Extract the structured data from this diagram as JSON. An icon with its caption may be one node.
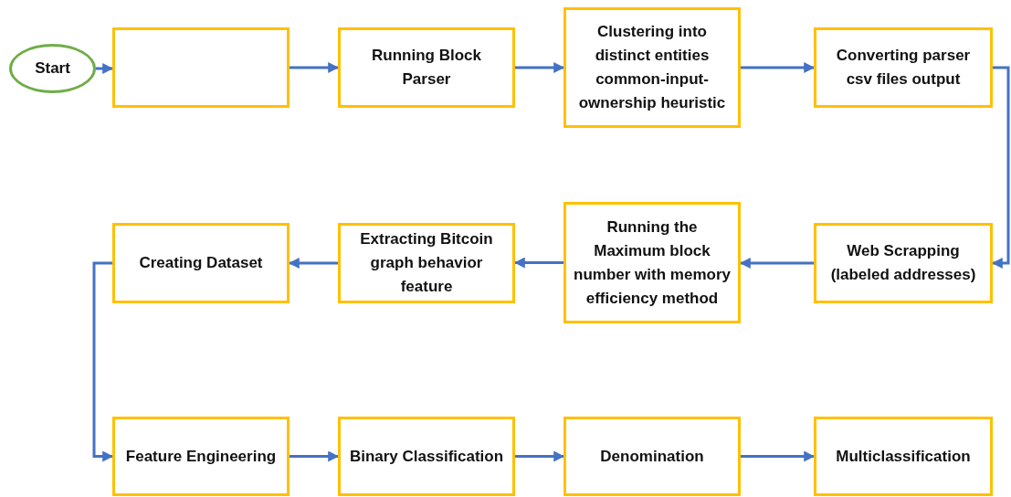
{
  "diagram": {
    "nodes": [
      {
        "text": [
          "Start"
        ]
      },
      {
        "text": [],
        "shape": "box"
      },
      {
        "text": [
          "Running Block Parser"
        ]
      },
      {
        "text": [
          "Clustering into distinct entities common-input-ownership heuristic"
        ]
      },
      {
        "text": [
          "Converting parser csv files output"
        ]
      },
      {
        "text": [
          "Web Scrapping (labeled addresses)"
        ]
      },
      {
        "text": [
          "Running the Maximum block number with memory efficiency method"
        ]
      },
      {
        "text": [
          "Extracting Bitcoin graph behavior feature"
        ]
      },
      {
        "text": [
          "Creating Dataset"
        ]
      },
      {
        "text": [
          "Feature Engineering"
        ]
      },
      {
        "text": [
          "Binary Classification"
        ]
      },
      {
        "text": [
          "Denomination"
        ]
      },
      {
        "text": [
          "Multiclassification"
        ]
      }
    ],
    "edges": [
      {
        "from": 0,
        "to": 1,
        "arrow": "to"
      },
      {
        "from": 1,
        "to": 2,
        "arrow": "to"
      },
      {
        "from": 2,
        "to": 3,
        "arrow": "to"
      },
      {
        "from": 3,
        "to": 4,
        "arrow": "to"
      },
      {
        "from": 4,
        "to": 5,
        "arrow": "to"
      },
      {
        "from": 5,
        "to": 6,
        "arrow": "to"
      },
      {
        "from": 6,
        "to": 7,
        "arrow": "to"
      },
      {
        "from": 7,
        "to": 8,
        "arrow": "to"
      },
      {
        "from": 8,
        "to": 9,
        "arrow": "to"
      },
      {
        "from": 9,
        "to": 10,
        "arrow": "to"
      },
      {
        "from": 10,
        "to": 11,
        "arrow": "to"
      },
      {
        "from": 11,
        "to": 12,
        "arrow": "to"
      }
    ]
  }
}
